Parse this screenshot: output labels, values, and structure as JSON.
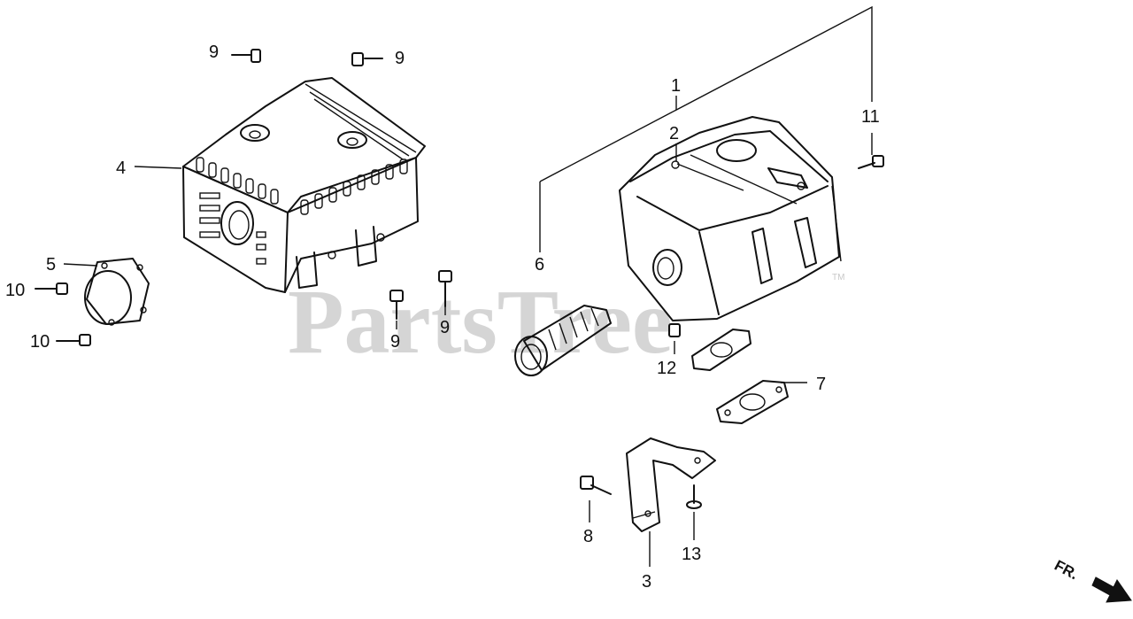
{
  "watermark": {
    "text": "PartsTree",
    "tm": "TM"
  },
  "callouts": [
    {
      "id": "c1",
      "label": "1"
    },
    {
      "id": "c2",
      "label": "2"
    },
    {
      "id": "c3",
      "label": "3"
    },
    {
      "id": "c4",
      "label": "4"
    },
    {
      "id": "c5",
      "label": "5"
    },
    {
      "id": "c6",
      "label": "6"
    },
    {
      "id": "c7",
      "label": "7"
    },
    {
      "id": "c8",
      "label": "8"
    },
    {
      "id": "c9a",
      "label": "9"
    },
    {
      "id": "c9b",
      "label": "9"
    },
    {
      "id": "c9c",
      "label": "9"
    },
    {
      "id": "c9d",
      "label": "9"
    },
    {
      "id": "c10a",
      "label": "10"
    },
    {
      "id": "c10b",
      "label": "10"
    },
    {
      "id": "c11",
      "label": "11"
    },
    {
      "id": "c12",
      "label": "12"
    },
    {
      "id": "c13",
      "label": "13"
    }
  ],
  "front_indicator": {
    "label": "FR."
  }
}
